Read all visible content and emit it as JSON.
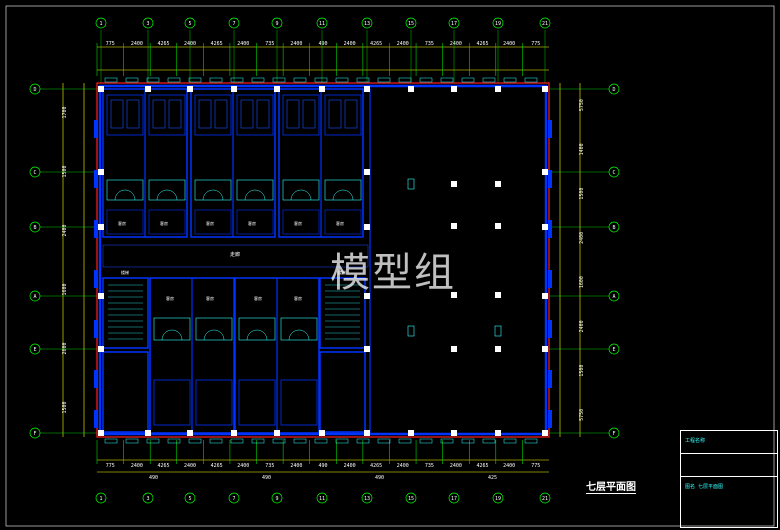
{
  "drawing": {
    "title": "七层平面图",
    "watermark": "模型组",
    "top_dims": [
      "775",
      "2400",
      "4265",
      "2400",
      "4265",
      "2400",
      "735",
      "2400",
      "490",
      "2400",
      "4265",
      "2400",
      "735",
      "2400",
      "4265",
      "2400",
      "775"
    ],
    "bottom_dims": [
      "775",
      "2400",
      "4265",
      "2400",
      "4265",
      "2400",
      "735",
      "2400",
      "490",
      "2400",
      "4265",
      "2400",
      "735",
      "2400",
      "4265",
      "2400",
      "775"
    ],
    "bottom_totals": [
      "490",
      "490",
      "490",
      "425"
    ],
    "left_dims": [
      "1700",
      "1500",
      "2400",
      "1600",
      "2600",
      "1500"
    ],
    "right_dims": [
      "5750",
      "1400",
      "1500",
      "2400",
      "1600",
      "2400",
      "1500",
      "5750"
    ],
    "column_axes": [
      "1",
      "3",
      "5",
      "7",
      "9",
      "11",
      "13",
      "15",
      "17",
      "19",
      "21"
    ],
    "row_axes": [
      "D",
      "C",
      "B",
      "A",
      "E",
      "F"
    ],
    "corridor_label": "走廊",
    "stair_label": "楼梯",
    "room_label": "客房",
    "title_block": {
      "row1": "工程名称",
      "row2": "图名 七层平面图"
    }
  },
  "colors": {
    "background": "#000000",
    "wall": "#0033ff",
    "wall_light": "#1a4dff",
    "dim": "#ffff00",
    "axis": "#00ff00",
    "column": "#ffffff",
    "window": "#3ff",
    "red": "#ff2020",
    "text": "#ffffff"
  }
}
